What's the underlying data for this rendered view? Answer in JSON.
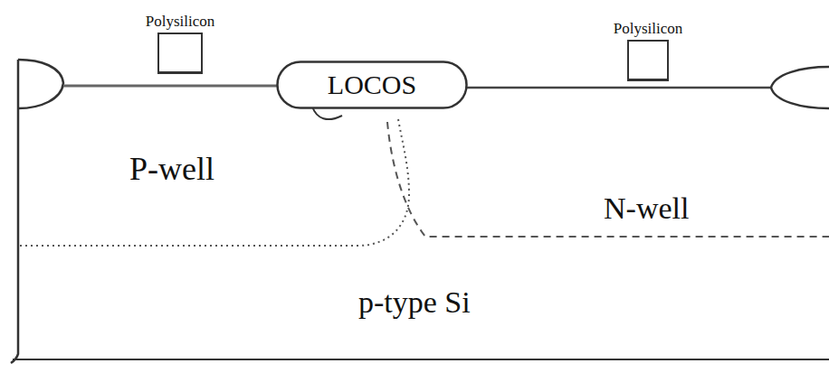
{
  "diagram": {
    "nodes": [
      {
        "text": [
          "Polysilicon"
        ]
      },
      {
        "text": [
          "LOCOS"
        ]
      },
      {
        "text": [
          "Polysilicon"
        ]
      }
    ],
    "labels": [
      "P-well",
      "N-well",
      "p-type Si"
    ]
  }
}
